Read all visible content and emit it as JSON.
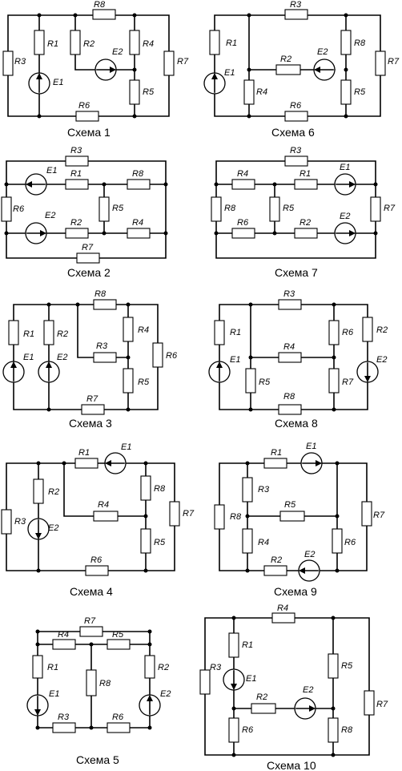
{
  "title": "",
  "resistors": [
    "R1",
    "R2",
    "R3",
    "R4",
    "R5",
    "R6",
    "R7",
    "R8"
  ],
  "emfs": [
    "E1",
    "E2"
  ],
  "schemes": [
    {
      "caption": "Схема 1",
      "elements": [
        "R1",
        "R2",
        "R3",
        "R4",
        "R5",
        "R6",
        "R7",
        "R8",
        "E1",
        "E2"
      ]
    },
    {
      "caption": "Схема 6",
      "elements": [
        "R1",
        "R2",
        "R3",
        "R4",
        "R5",
        "R6",
        "R7",
        "R8",
        "E1",
        "E2"
      ]
    },
    {
      "caption": "Схема 2",
      "elements": [
        "R1",
        "R2",
        "R3",
        "R4",
        "R5",
        "R6",
        "R7",
        "R8",
        "E1",
        "E2"
      ]
    },
    {
      "caption": "Схема 7",
      "elements": [
        "R1",
        "R2",
        "R3",
        "R4",
        "R5",
        "R6",
        "R7",
        "R8",
        "E1",
        "E2"
      ]
    },
    {
      "caption": "Схема 3",
      "elements": [
        "R1",
        "R2",
        "R3",
        "R4",
        "R5",
        "R6",
        "R7",
        "R8",
        "E1",
        "E2"
      ]
    },
    {
      "caption": "Схема 8",
      "elements": [
        "R1",
        "R2",
        "R3",
        "R4",
        "R5",
        "R6",
        "R7",
        "R8",
        "E1",
        "E2"
      ]
    },
    {
      "caption": "Схема 4",
      "elements": [
        "R1",
        "R2",
        "R3",
        "R4",
        "R5",
        "R6",
        "R7",
        "R8",
        "E1",
        "E2"
      ]
    },
    {
      "caption": "Схема 9",
      "elements": [
        "R1",
        "R2",
        "R3",
        "R4",
        "R5",
        "R6",
        "R7",
        "R8",
        "E1",
        "E2"
      ]
    },
    {
      "caption": "Схема 5",
      "elements": [
        "R1",
        "R2",
        "R3",
        "R4",
        "R5",
        "R6",
        "R7",
        "R8",
        "E1",
        "E2"
      ]
    },
    {
      "caption": "Схема 10",
      "elements": [
        "R1",
        "R2",
        "R3",
        "R4",
        "R5",
        "R6",
        "R7",
        "R8",
        "E1",
        "E2"
      ]
    }
  ]
}
